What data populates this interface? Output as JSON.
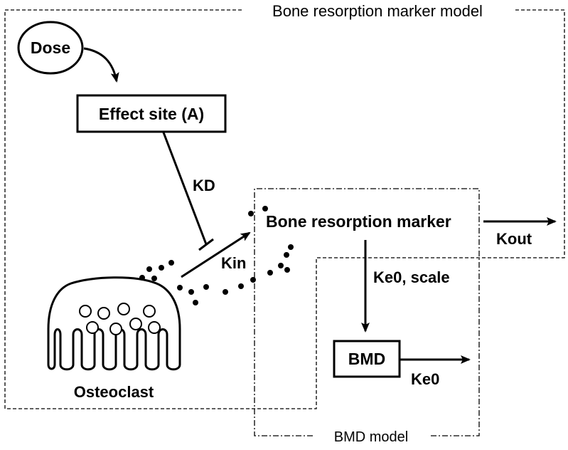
{
  "diagram": {
    "outer_region_label": "Bone resorption marker model",
    "inner_region_label": "BMD model",
    "nodes": {
      "dose": "Dose",
      "effect_site": "Effect site (A)",
      "bone_marker": "Bone resorption marker",
      "bmd": "BMD",
      "osteoclast": "Osteoclast"
    },
    "edge_labels": {
      "kd": "KD",
      "kin": "Kin",
      "kout": "Kout",
      "ke0_scale": "Ke0, scale",
      "ke0": "Ke0"
    },
    "colors": {
      "stroke": "#000000",
      "background": "#ffffff"
    }
  }
}
